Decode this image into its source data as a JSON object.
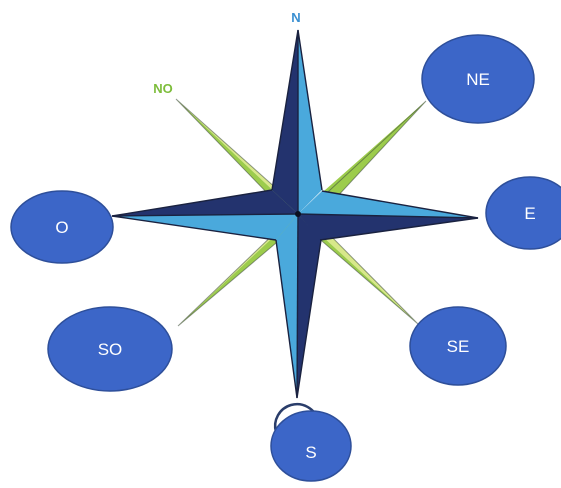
{
  "rose": {
    "north_label": "N",
    "northwest_label": "NO"
  },
  "bubbles": {
    "ne": "NE",
    "e": "E",
    "o": "O",
    "so": "SO",
    "se": "SE",
    "s": "S"
  },
  "colors": {
    "navy": "#23336e",
    "sky": "#4aa9dc",
    "lime": "#9ccc4c",
    "pale_lime": "#d8e88a",
    "bubble_fill": "#3c66c8",
    "bubble_stroke": "#2e4f9a",
    "north_text": "#3a8fd1",
    "northwest_text": "#7dbd3b"
  }
}
